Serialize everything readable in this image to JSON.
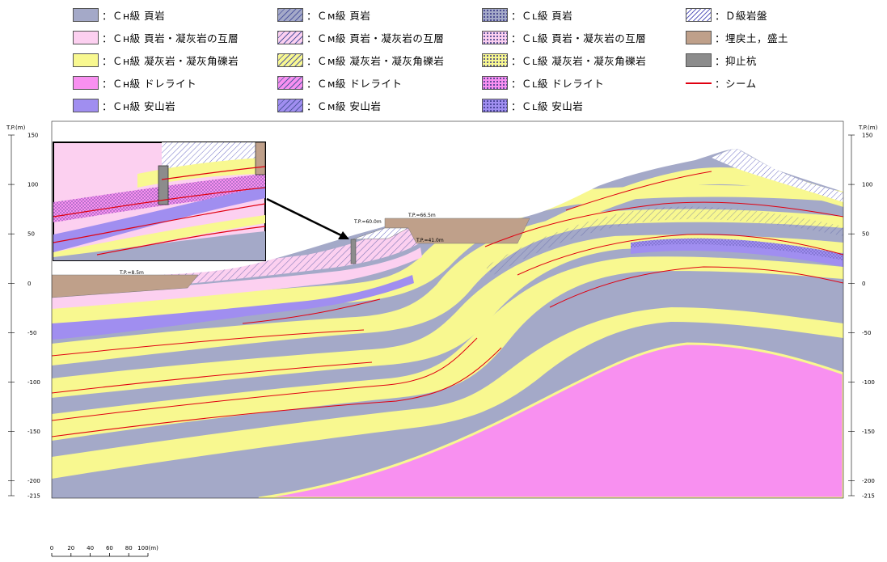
{
  "legend": [
    {
      "label": "：Ｃʜ級 頁岩",
      "color": "#a4a9c8",
      "pattern": "solid"
    },
    {
      "label": "：Ｃʜ級 頁岩・凝灰岩の互層",
      "color": "#fcd0f0",
      "pattern": "solid"
    },
    {
      "label": "：Ｃʜ級 凝灰岩・凝灰角礫岩",
      "color": "#f8f890",
      "pattern": "solid"
    },
    {
      "label": "：Ｃʜ級 ドレライト",
      "color": "#f890f0",
      "pattern": "solid"
    },
    {
      "label": "：Ｃʜ級 安山岩",
      "color": "#a08ef0",
      "pattern": "solid"
    },
    {
      "label": "：Ｃᴍ級 頁岩",
      "color": "#a4a9c8",
      "pattern": "hatch"
    },
    {
      "label": "：Ｃᴍ級 頁岩・凝灰岩の互層",
      "color": "#fcd0f0",
      "pattern": "hatch"
    },
    {
      "label": "：Ｃᴍ級 凝灰岩・凝灰角礫岩",
      "color": "#f8f890",
      "pattern": "hatch"
    },
    {
      "label": "：Ｃᴍ級 ドレライト",
      "color": "#f890f0",
      "pattern": "hatch"
    },
    {
      "label": "：Ｃᴍ級 安山岩",
      "color": "#a08ef0",
      "pattern": "hatch"
    },
    {
      "label": "：Ｃʟ級 頁岩",
      "color": "#a4a9c8",
      "pattern": "dots"
    },
    {
      "label": "：Ｃʟ級 頁岩・凝灰岩の互層",
      "color": "#fcd0f0",
      "pattern": "dots"
    },
    {
      "label": "：Ｃʟ級 凝灰岩・凝灰角礫岩",
      "color": "#f8f890",
      "pattern": "dots"
    },
    {
      "label": "：Ｃʟ級 ドレライト",
      "color": "#f890f0",
      "pattern": "dots"
    },
    {
      "label": "：Ｃʟ級 安山岩",
      "color": "#a08ef0",
      "pattern": "dots"
    },
    {
      "label": "：Ｄ級岩盤",
      "color": "#ffffff",
      "pattern": "hatch-blue"
    },
    {
      "label": "：埋戻土，盛土",
      "color": "#bfa08a",
      "pattern": "solid"
    },
    {
      "label": "：抑止杭",
      "color": "#8c8c8c",
      "pattern": "solid"
    },
    {
      "label": "：シーム",
      "color": "#e00010",
      "pattern": "line"
    }
  ],
  "axis": {
    "unit_label": "T.P.(m)",
    "ticks": [
      "150",
      "100",
      "50",
      "0",
      "-50",
      "-100",
      "-150",
      "-200",
      "-215"
    ]
  },
  "annotations": {
    "elev_60": "T.P.=60.0m",
    "elev_66": "T.P.=66.5m",
    "elev_41": "T.P.=41.0m",
    "elev_85": "T.P.=8.5m"
  },
  "scale_bar": {
    "ticks": [
      "0",
      "20",
      "40",
      "60",
      "80",
      "100(m)"
    ]
  }
}
